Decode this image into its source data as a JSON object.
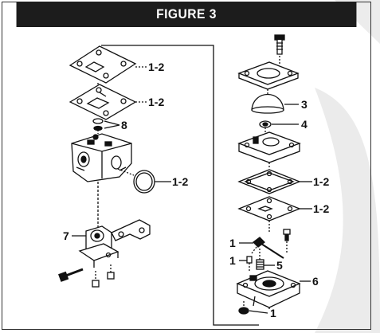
{
  "figure": {
    "title": "FIGURE 3"
  },
  "callouts": {
    "c1": "1-2",
    "c2": "1-2",
    "c3": "8",
    "c4": "1-2",
    "c5": "7",
    "c6": "3",
    "c7": "4",
    "c8": "1-2",
    "c9": "1-2",
    "c10": "1",
    "c11": "1",
    "c12": "5",
    "c13": "6",
    "c14": "1"
  },
  "colors": {
    "ink": "#111111",
    "title_bg": "#1c1c1c",
    "watermark": "#e9e9e9"
  }
}
